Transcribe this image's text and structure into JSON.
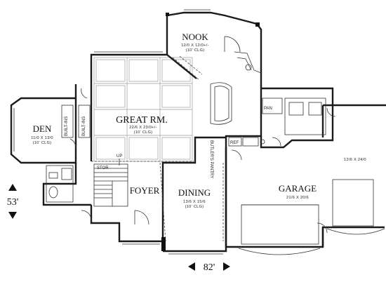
{
  "rooms": {
    "nook": {
      "name": "NOOK",
      "dims": "12/0 X 12/0+/-",
      "ceiling": "(10' CLG)"
    },
    "great_room": {
      "name": "GREAT RM.",
      "dims": "22/6 X 23/0+/-",
      "ceiling": "(10' CLG)"
    },
    "den": {
      "name": "DEN",
      "dims": "11/0 X 13/0",
      "ceiling": "(10' CLG)"
    },
    "foyer": {
      "name": "FOYER"
    },
    "dining": {
      "name": "DINING",
      "dims": "13/6 X 15/6",
      "ceiling": "(10' CLG)"
    },
    "garage": {
      "name": "GARAGE",
      "dims": "21/6 X 20/6"
    },
    "garage_bay": {
      "dims": "12/6 X 24/0"
    }
  },
  "labels": {
    "built_ins_1": "BUILT-INS",
    "built_ins_2": "BUILT-INS",
    "butlers_pantry": "BUTLER'S PANTRY",
    "pan": "PAN",
    "ref": "REF",
    "stor": "STOR",
    "up": "UP"
  },
  "overall_dims": {
    "depth": "53'",
    "width": "82'"
  }
}
